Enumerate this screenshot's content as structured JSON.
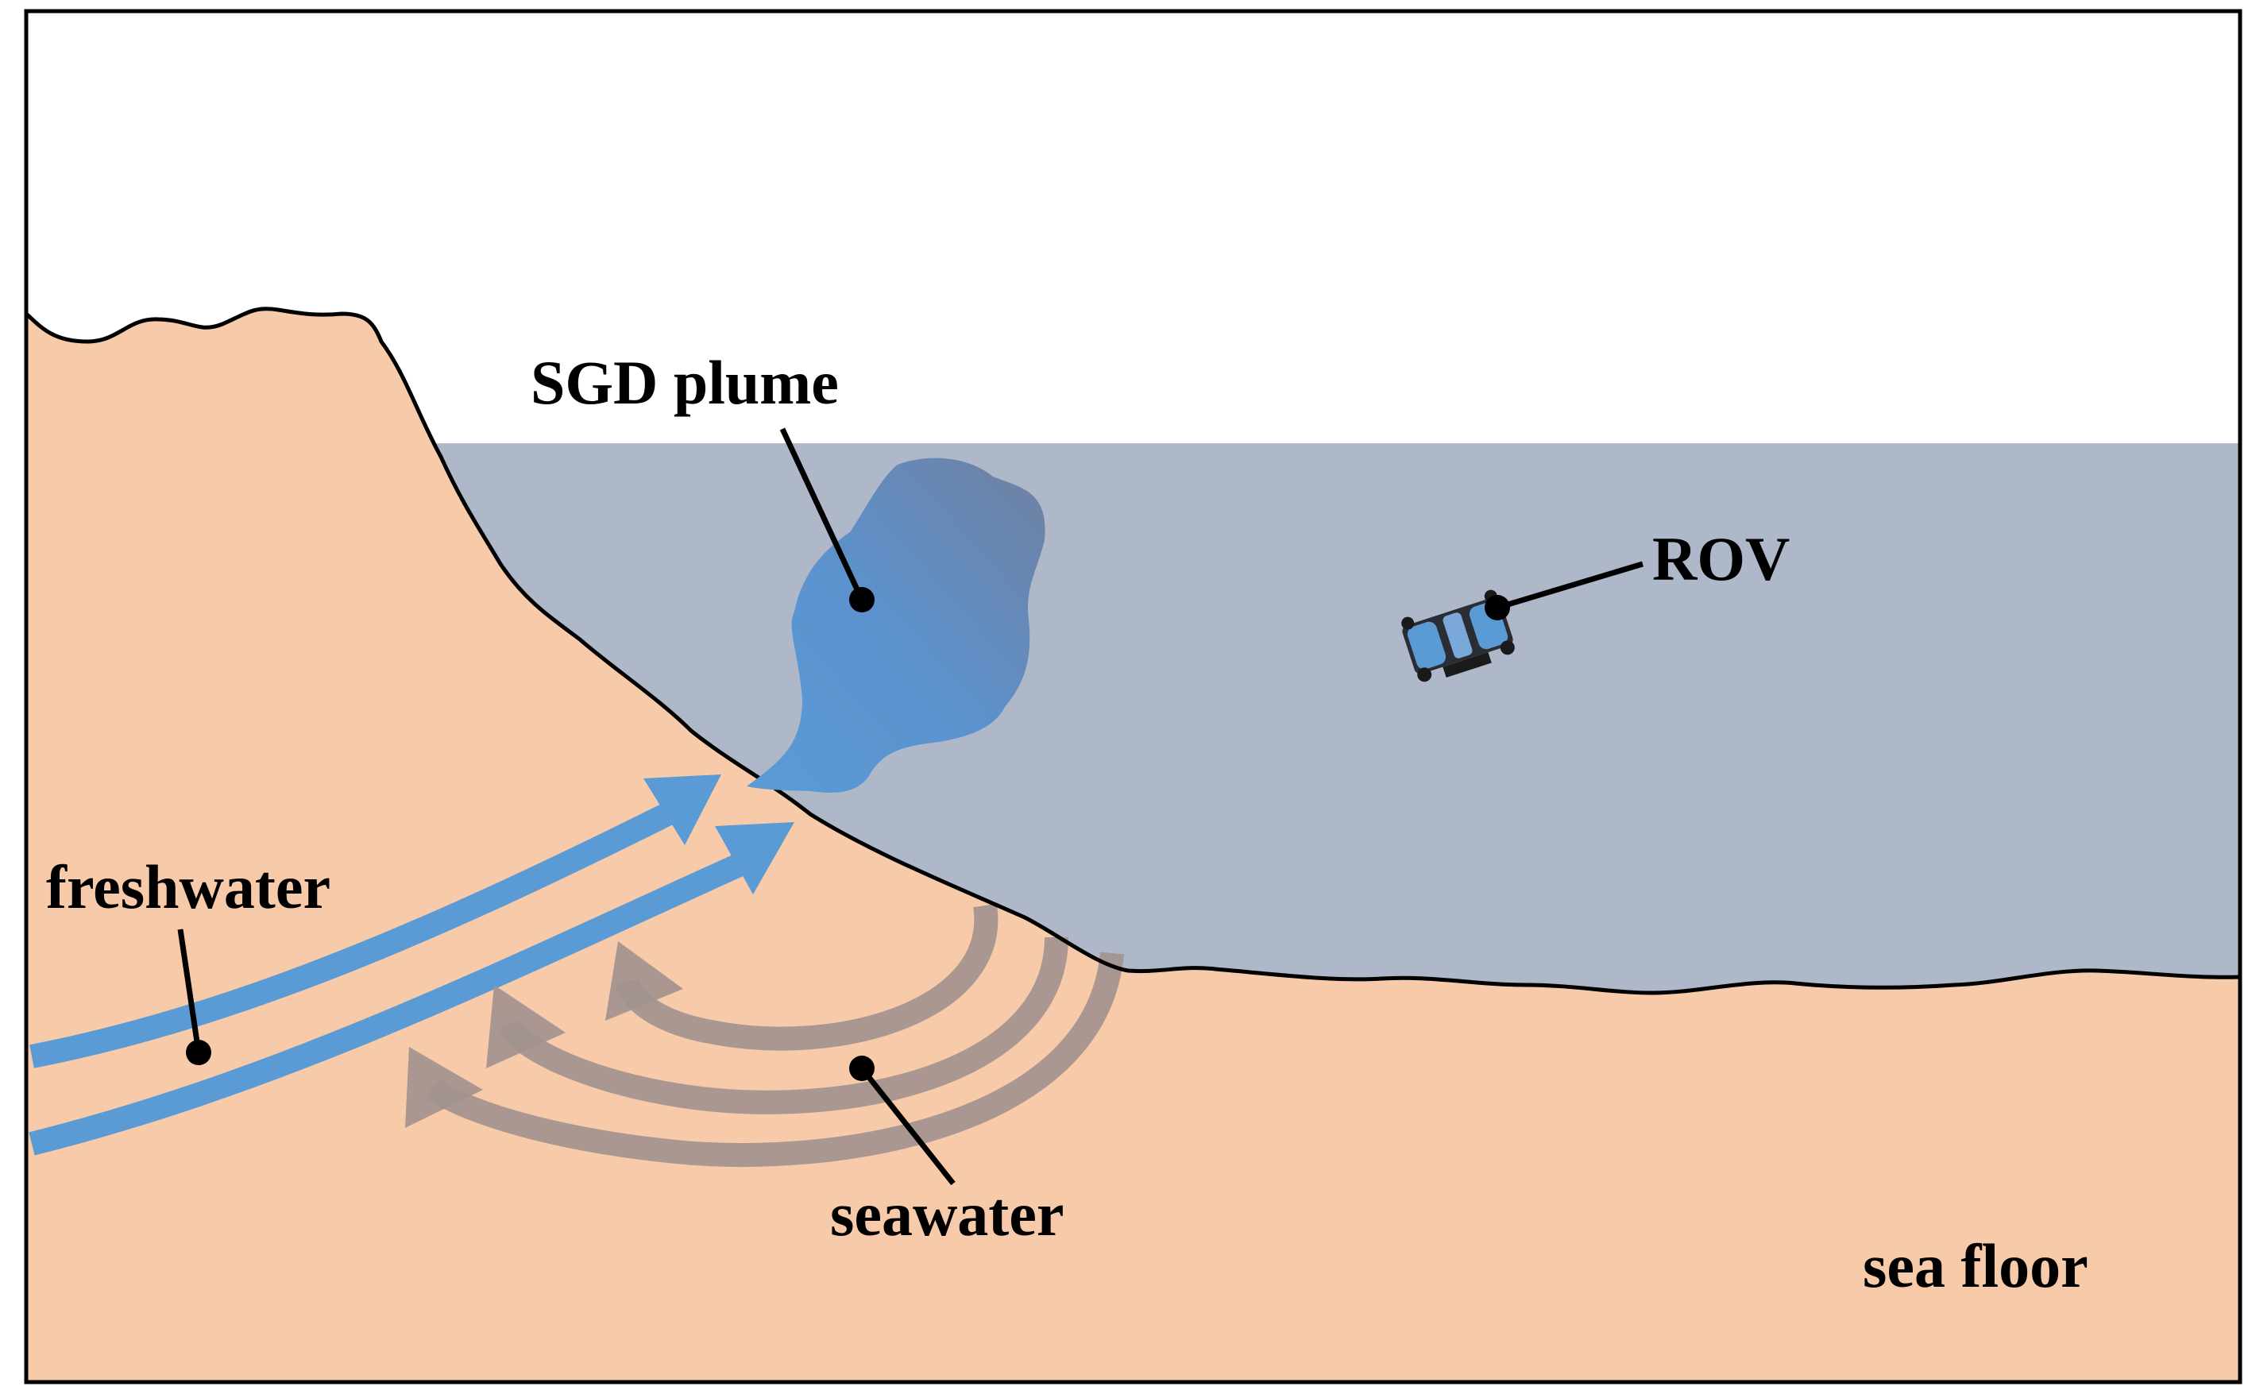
{
  "labels": {
    "sgd_plume": "SGD plume",
    "rov": "ROV",
    "freshwater": "freshwater",
    "seawater": "seawater",
    "sea_floor": "sea floor"
  },
  "colors": {
    "land": "#f7caa9",
    "sea": "#aeb8c9",
    "sky": "#ffffff",
    "freshwater_arrow": "#5b9bd5",
    "seawater_arrow": "#a3928f",
    "plume_light": "#5b9bd5",
    "plume_dark": "#6c7f9f",
    "outline": "#000000"
  },
  "icons": {
    "rov": "rov-robot-icon"
  }
}
